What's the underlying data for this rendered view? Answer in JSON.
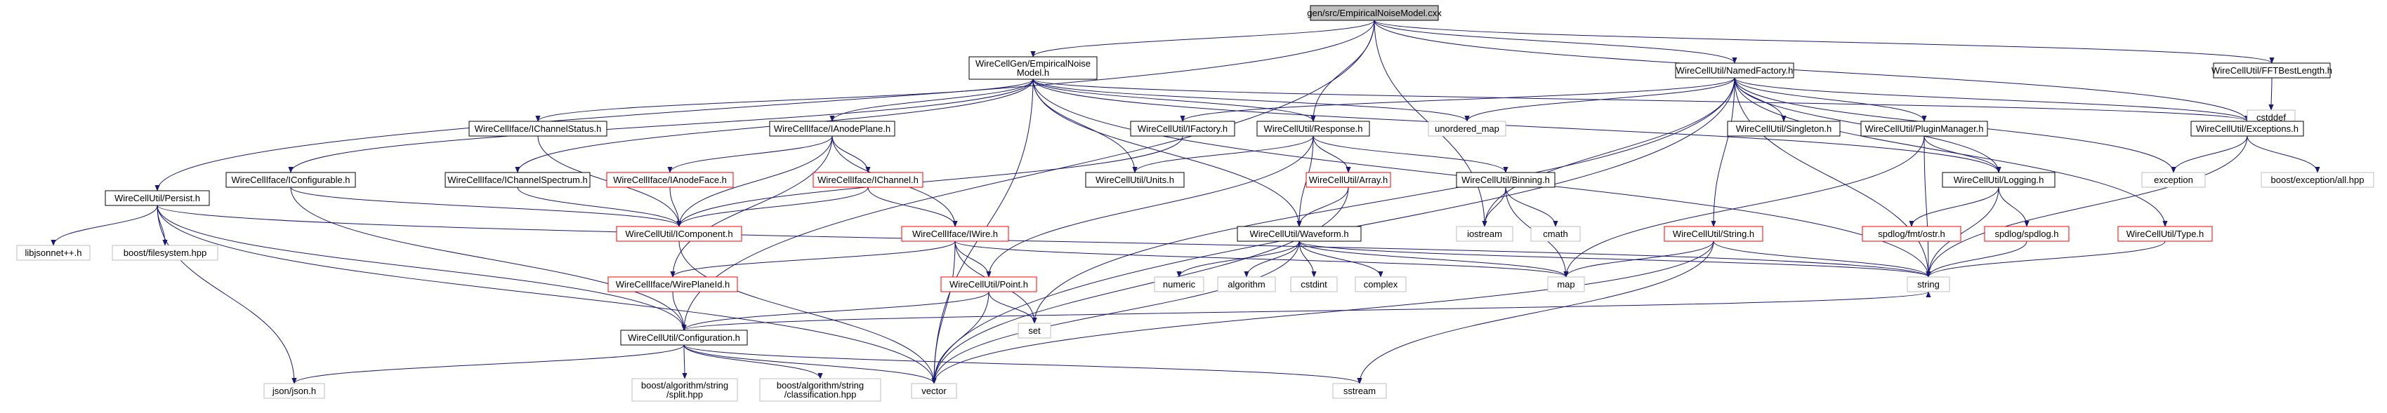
{
  "diagram": {
    "title_node": "gen/src/EmpiricalNoiseModel.cxx",
    "nodes": [
      {
        "id": "root",
        "lines": [
          "gen/src/EmpiricalNoiseModel.cxx"
        ],
        "style": "root"
      },
      {
        "id": "persist",
        "lines": [
          "WireCellUtil/Persist.h"
        ],
        "style": "normal"
      },
      {
        "id": "enm",
        "lines": [
          "WireCellGen/EmpiricalNoise",
          "Model.h"
        ],
        "style": "normal"
      },
      {
        "id": "nf",
        "lines": [
          "WireCellUtil/NamedFactory.h"
        ],
        "style": "normal"
      },
      {
        "id": "fftbl",
        "lines": [
          "WireCellUtil/FFTBestLength.h"
        ],
        "style": "normal"
      },
      {
        "id": "cstddef",
        "lines": [
          "cstddef"
        ],
        "style": "system"
      },
      {
        "id": "ichst",
        "lines": [
          "WireCellIface/IChannelStatus.h"
        ],
        "style": "normal"
      },
      {
        "id": "iap",
        "lines": [
          "WireCellIface/IAnodePlane.h"
        ],
        "style": "normal"
      },
      {
        "id": "umap",
        "lines": [
          "unordered_map"
        ],
        "style": "system"
      },
      {
        "id": "ifac",
        "lines": [
          "WireCellUtil/IFactory.h"
        ],
        "style": "normal"
      },
      {
        "id": "resp",
        "lines": [
          "WireCellUtil/Response.h"
        ],
        "style": "normal"
      },
      {
        "id": "singleton",
        "lines": [
          "WireCellUtil/Singleton.h"
        ],
        "style": "normal"
      },
      {
        "id": "pm",
        "lines": [
          "WireCellUtil/PluginManager.h"
        ],
        "style": "normal"
      },
      {
        "id": "exc",
        "lines": [
          "WireCellUtil/Exceptions.h"
        ],
        "style": "normal"
      },
      {
        "id": "icfg",
        "lines": [
          "WireCellIface/IConfigurable.h"
        ],
        "style": "normal"
      },
      {
        "id": "ichsp",
        "lines": [
          "WireCellIface/IChannelSpectrum.h"
        ],
        "style": "normal"
      },
      {
        "id": "iaf",
        "lines": [
          "WireCellIface/IAnodeFace.h"
        ],
        "style": "missing"
      },
      {
        "id": "ich",
        "lines": [
          "WireCellIface/IChannel.h"
        ],
        "style": "missing"
      },
      {
        "id": "units",
        "lines": [
          "WireCellUtil/Units.h"
        ],
        "style": "normal"
      },
      {
        "id": "array",
        "lines": [
          "WireCellUtil/Array.h"
        ],
        "style": "missing"
      },
      {
        "id": "binning",
        "lines": [
          "WireCellUtil/Binning.h"
        ],
        "style": "normal"
      },
      {
        "id": "logging",
        "lines": [
          "WireCellUtil/Logging.h"
        ],
        "style": "normal"
      },
      {
        "id": "exception",
        "lines": [
          "exception"
        ],
        "style": "system"
      },
      {
        "id": "boostexc",
        "lines": [
          "boost/exception/all.hpp"
        ],
        "style": "system"
      },
      {
        "id": "icomp",
        "lines": [
          "WireCellUtil/IComponent.h"
        ],
        "style": "missing"
      },
      {
        "id": "iwire",
        "lines": [
          "WireCellIface/IWire.h"
        ],
        "style": "missing"
      },
      {
        "id": "wf",
        "lines": [
          "WireCellUtil/Waveform.h"
        ],
        "style": "normal"
      },
      {
        "id": "iostream",
        "lines": [
          "iostream"
        ],
        "style": "system"
      },
      {
        "id": "cmath",
        "lines": [
          "cmath"
        ],
        "style": "system"
      },
      {
        "id": "string_h",
        "lines": [
          "WireCellUtil/String.h"
        ],
        "style": "missing"
      },
      {
        "id": "fmtostr",
        "lines": [
          "spdlog/fmt/ostr.h"
        ],
        "style": "missing"
      },
      {
        "id": "spdlog",
        "lines": [
          "spdlog/spdlog.h"
        ],
        "style": "missing"
      },
      {
        "id": "type_h",
        "lines": [
          "WireCellUtil/Type.h"
        ],
        "style": "missing"
      },
      {
        "id": "libjsonnet",
        "lines": [
          "libjsonnet++.h"
        ],
        "style": "system"
      },
      {
        "id": "boostfs",
        "lines": [
          "boost/filesystem.hpp"
        ],
        "style": "system"
      },
      {
        "id": "iwpid",
        "lines": [
          "WireCellIface/WirePlaneId.h"
        ],
        "style": "missing"
      },
      {
        "id": "point",
        "lines": [
          "WireCellUtil/Point.h"
        ],
        "style": "missing"
      },
      {
        "id": "numeric",
        "lines": [
          "numeric"
        ],
        "style": "system"
      },
      {
        "id": "algorithm",
        "lines": [
          "algorithm"
        ],
        "style": "system"
      },
      {
        "id": "cstdint",
        "lines": [
          "cstdint"
        ],
        "style": "system"
      },
      {
        "id": "complex",
        "lines": [
          "complex"
        ],
        "style": "system"
      },
      {
        "id": "map",
        "lines": [
          "map"
        ],
        "style": "system"
      },
      {
        "id": "string",
        "lines": [
          "string"
        ],
        "style": "system"
      },
      {
        "id": "set",
        "lines": [
          "set"
        ],
        "style": "system"
      },
      {
        "id": "config",
        "lines": [
          "WireCellUtil/Configuration.h"
        ],
        "style": "normal"
      },
      {
        "id": "json",
        "lines": [
          "json/json.h"
        ],
        "style": "system"
      },
      {
        "id": "vector",
        "lines": [
          "vector"
        ],
        "style": "system"
      },
      {
        "id": "bsplit",
        "lines": [
          "boost/algorithm/string",
          "/split.hpp"
        ],
        "style": "system"
      },
      {
        "id": "bclass",
        "lines": [
          "boost/algorithm/string",
          "/classification.hpp"
        ],
        "style": "system"
      },
      {
        "id": "sstream",
        "lines": [
          "sstream"
        ],
        "style": "system"
      }
    ],
    "edges": [
      [
        "root",
        "persist"
      ],
      [
        "root",
        "enm"
      ],
      [
        "root",
        "nf"
      ],
      [
        "root",
        "fftbl"
      ],
      [
        "root",
        "config"
      ],
      [
        "root",
        "iostream"
      ],
      [
        "root",
        "resp"
      ],
      [
        "root",
        "exc"
      ],
      [
        "fftbl",
        "cstddef"
      ],
      [
        "enm",
        "ichst"
      ],
      [
        "enm",
        "iap"
      ],
      [
        "enm",
        "icfg"
      ],
      [
        "enm",
        "ichsp"
      ],
      [
        "enm",
        "umap"
      ],
      [
        "enm",
        "resp"
      ],
      [
        "enm",
        "units"
      ],
      [
        "enm",
        "wf"
      ],
      [
        "enm",
        "logging"
      ],
      [
        "enm",
        "string"
      ],
      [
        "enm",
        "vector"
      ],
      [
        "enm",
        "exc"
      ],
      [
        "nf",
        "ifac"
      ],
      [
        "nf",
        "singleton"
      ],
      [
        "nf",
        "pm"
      ],
      [
        "nf",
        "exc"
      ],
      [
        "nf",
        "string_h"
      ],
      [
        "nf",
        "type_h"
      ],
      [
        "nf",
        "logging"
      ],
      [
        "nf",
        "umap"
      ],
      [
        "nf",
        "set"
      ],
      [
        "nf",
        "iostream"
      ],
      [
        "nf",
        "vector"
      ],
      [
        "nf",
        "exception"
      ],
      [
        "nf",
        "string"
      ],
      [
        "persist",
        "libjsonnet"
      ],
      [
        "persist",
        "boostfs"
      ],
      [
        "persist",
        "json"
      ],
      [
        "persist",
        "config"
      ],
      [
        "persist",
        "vector"
      ],
      [
        "persist",
        "string"
      ],
      [
        "ichst",
        "icomp"
      ],
      [
        "iap",
        "iaf"
      ],
      [
        "iap",
        "ich"
      ],
      [
        "iap",
        "iwire"
      ],
      [
        "iap",
        "icomp"
      ],
      [
        "iap",
        "iwpid"
      ],
      [
        "icfg",
        "icomp"
      ],
      [
        "icfg",
        "config"
      ],
      [
        "ichsp",
        "icomp"
      ],
      [
        "iaf",
        "icomp"
      ],
      [
        "ich",
        "iwire"
      ],
      [
        "ich",
        "icomp"
      ],
      [
        "ifac",
        "icomp"
      ],
      [
        "resp",
        "units"
      ],
      [
        "resp",
        "array"
      ],
      [
        "resp",
        "binning"
      ],
      [
        "resp",
        "wf"
      ],
      [
        "resp",
        "point"
      ],
      [
        "array",
        "wf"
      ],
      [
        "array",
        "vector"
      ],
      [
        "binning",
        "iostream"
      ],
      [
        "binning",
        "cmath"
      ],
      [
        "binning",
        "map"
      ],
      [
        "pm",
        "logging"
      ],
      [
        "pm",
        "map"
      ],
      [
        "pm",
        "string"
      ],
      [
        "exc",
        "exception"
      ],
      [
        "exc",
        "boostexc"
      ],
      [
        "exc",
        "string"
      ],
      [
        "logging",
        "fmtostr"
      ],
      [
        "logging",
        "spdlog"
      ],
      [
        "logging",
        "string"
      ],
      [
        "icomp",
        "vector"
      ],
      [
        "iwire",
        "iwpid"
      ],
      [
        "iwire",
        "point"
      ],
      [
        "iwire",
        "set"
      ],
      [
        "iwire",
        "vector"
      ],
      [
        "iwire",
        "map"
      ],
      [
        "wf",
        "numeric"
      ],
      [
        "wf",
        "algorithm"
      ],
      [
        "wf",
        "cstdint"
      ],
      [
        "wf",
        "complex"
      ],
      [
        "wf",
        "map"
      ],
      [
        "wf",
        "vector"
      ],
      [
        "wf",
        "string"
      ],
      [
        "string_h",
        "map"
      ],
      [
        "string_h",
        "string"
      ],
      [
        "string_h",
        "sstream"
      ],
      [
        "string_h",
        "vector"
      ],
      [
        "spdlog",
        "string"
      ],
      [
        "type_h",
        "string"
      ],
      [
        "iwpid",
        "config"
      ],
      [
        "point",
        "set"
      ],
      [
        "point",
        "vector"
      ],
      [
        "point",
        "config"
      ],
      [
        "config",
        "json"
      ],
      [
        "config",
        "vector"
      ],
      [
        "config",
        "bsplit"
      ],
      [
        "config",
        "bclass"
      ],
      [
        "config",
        "sstream"
      ],
      [
        "config",
        "string"
      ]
    ],
    "colors": {
      "normal_border": "#000000",
      "missing_border": "#ff0000",
      "system_border": "#bfbfbf",
      "root_fill": "#bfbfbf",
      "edge": "#191970"
    }
  }
}
